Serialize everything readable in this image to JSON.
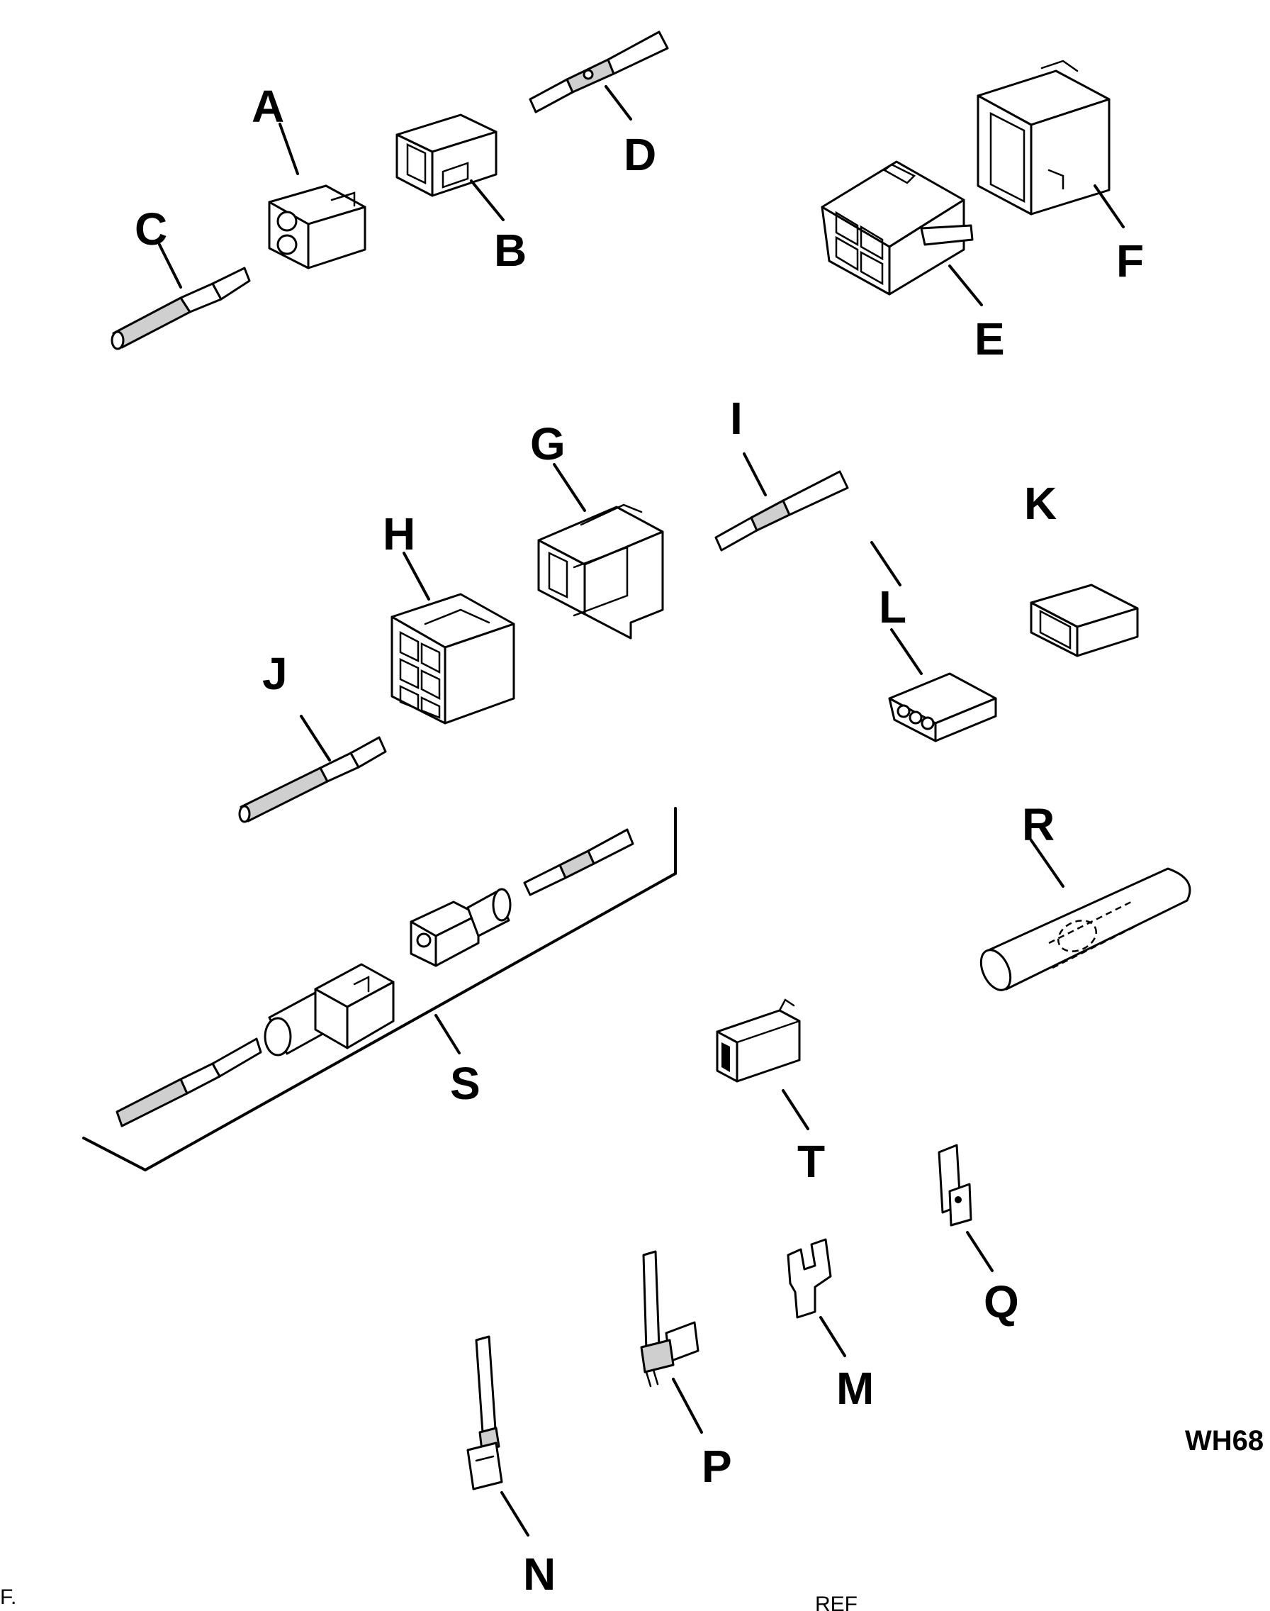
{
  "labels": {
    "A": "A",
    "B": "B",
    "C": "C",
    "D": "D",
    "E": "E",
    "F": "F",
    "G": "G",
    "H": "H",
    "I": "I",
    "J": "J",
    "K": "K",
    "L": "L",
    "M": "M",
    "N": "N",
    "P": "P",
    "Q": "Q",
    "R": "R",
    "S": "S",
    "T": "T"
  },
  "figure_code": "WH68",
  "edge_text": {
    "left": "F.",
    "bottom": "REF"
  }
}
